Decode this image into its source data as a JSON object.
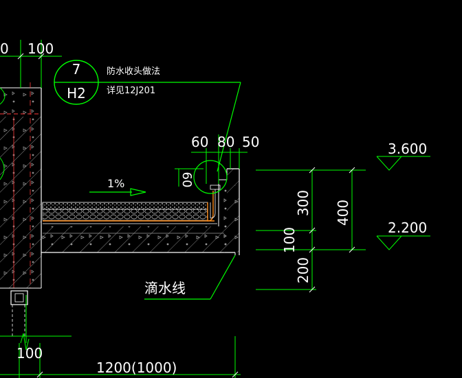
{
  "colors": {
    "background": "#000000",
    "line_green": "#00ff00",
    "outline_white": "#ffffff",
    "hatch_gray": "#9a9a9a",
    "dash_red": "#ff3b3b",
    "membrane_orange": "#ff8c1a",
    "dim_text": "#ffffff"
  },
  "detail_callout": {
    "number": "7",
    "sheet": "H2",
    "title": "防水收头做法",
    "reference": "详见12J201"
  },
  "dimensions": {
    "top_left_partial": "0",
    "top_left": "100",
    "parapet": [
      "60",
      "80",
      "50"
    ],
    "vertical_small": "60",
    "height_upper": "300",
    "height_total": "400",
    "height_lower_a": "100",
    "height_lower_b": "200",
    "bottom_left": "100",
    "bottom_width": "1200(1000)"
  },
  "elevations": [
    "3.600",
    "2.200"
  ],
  "slope": "1%",
  "drip_label": "滴水线"
}
